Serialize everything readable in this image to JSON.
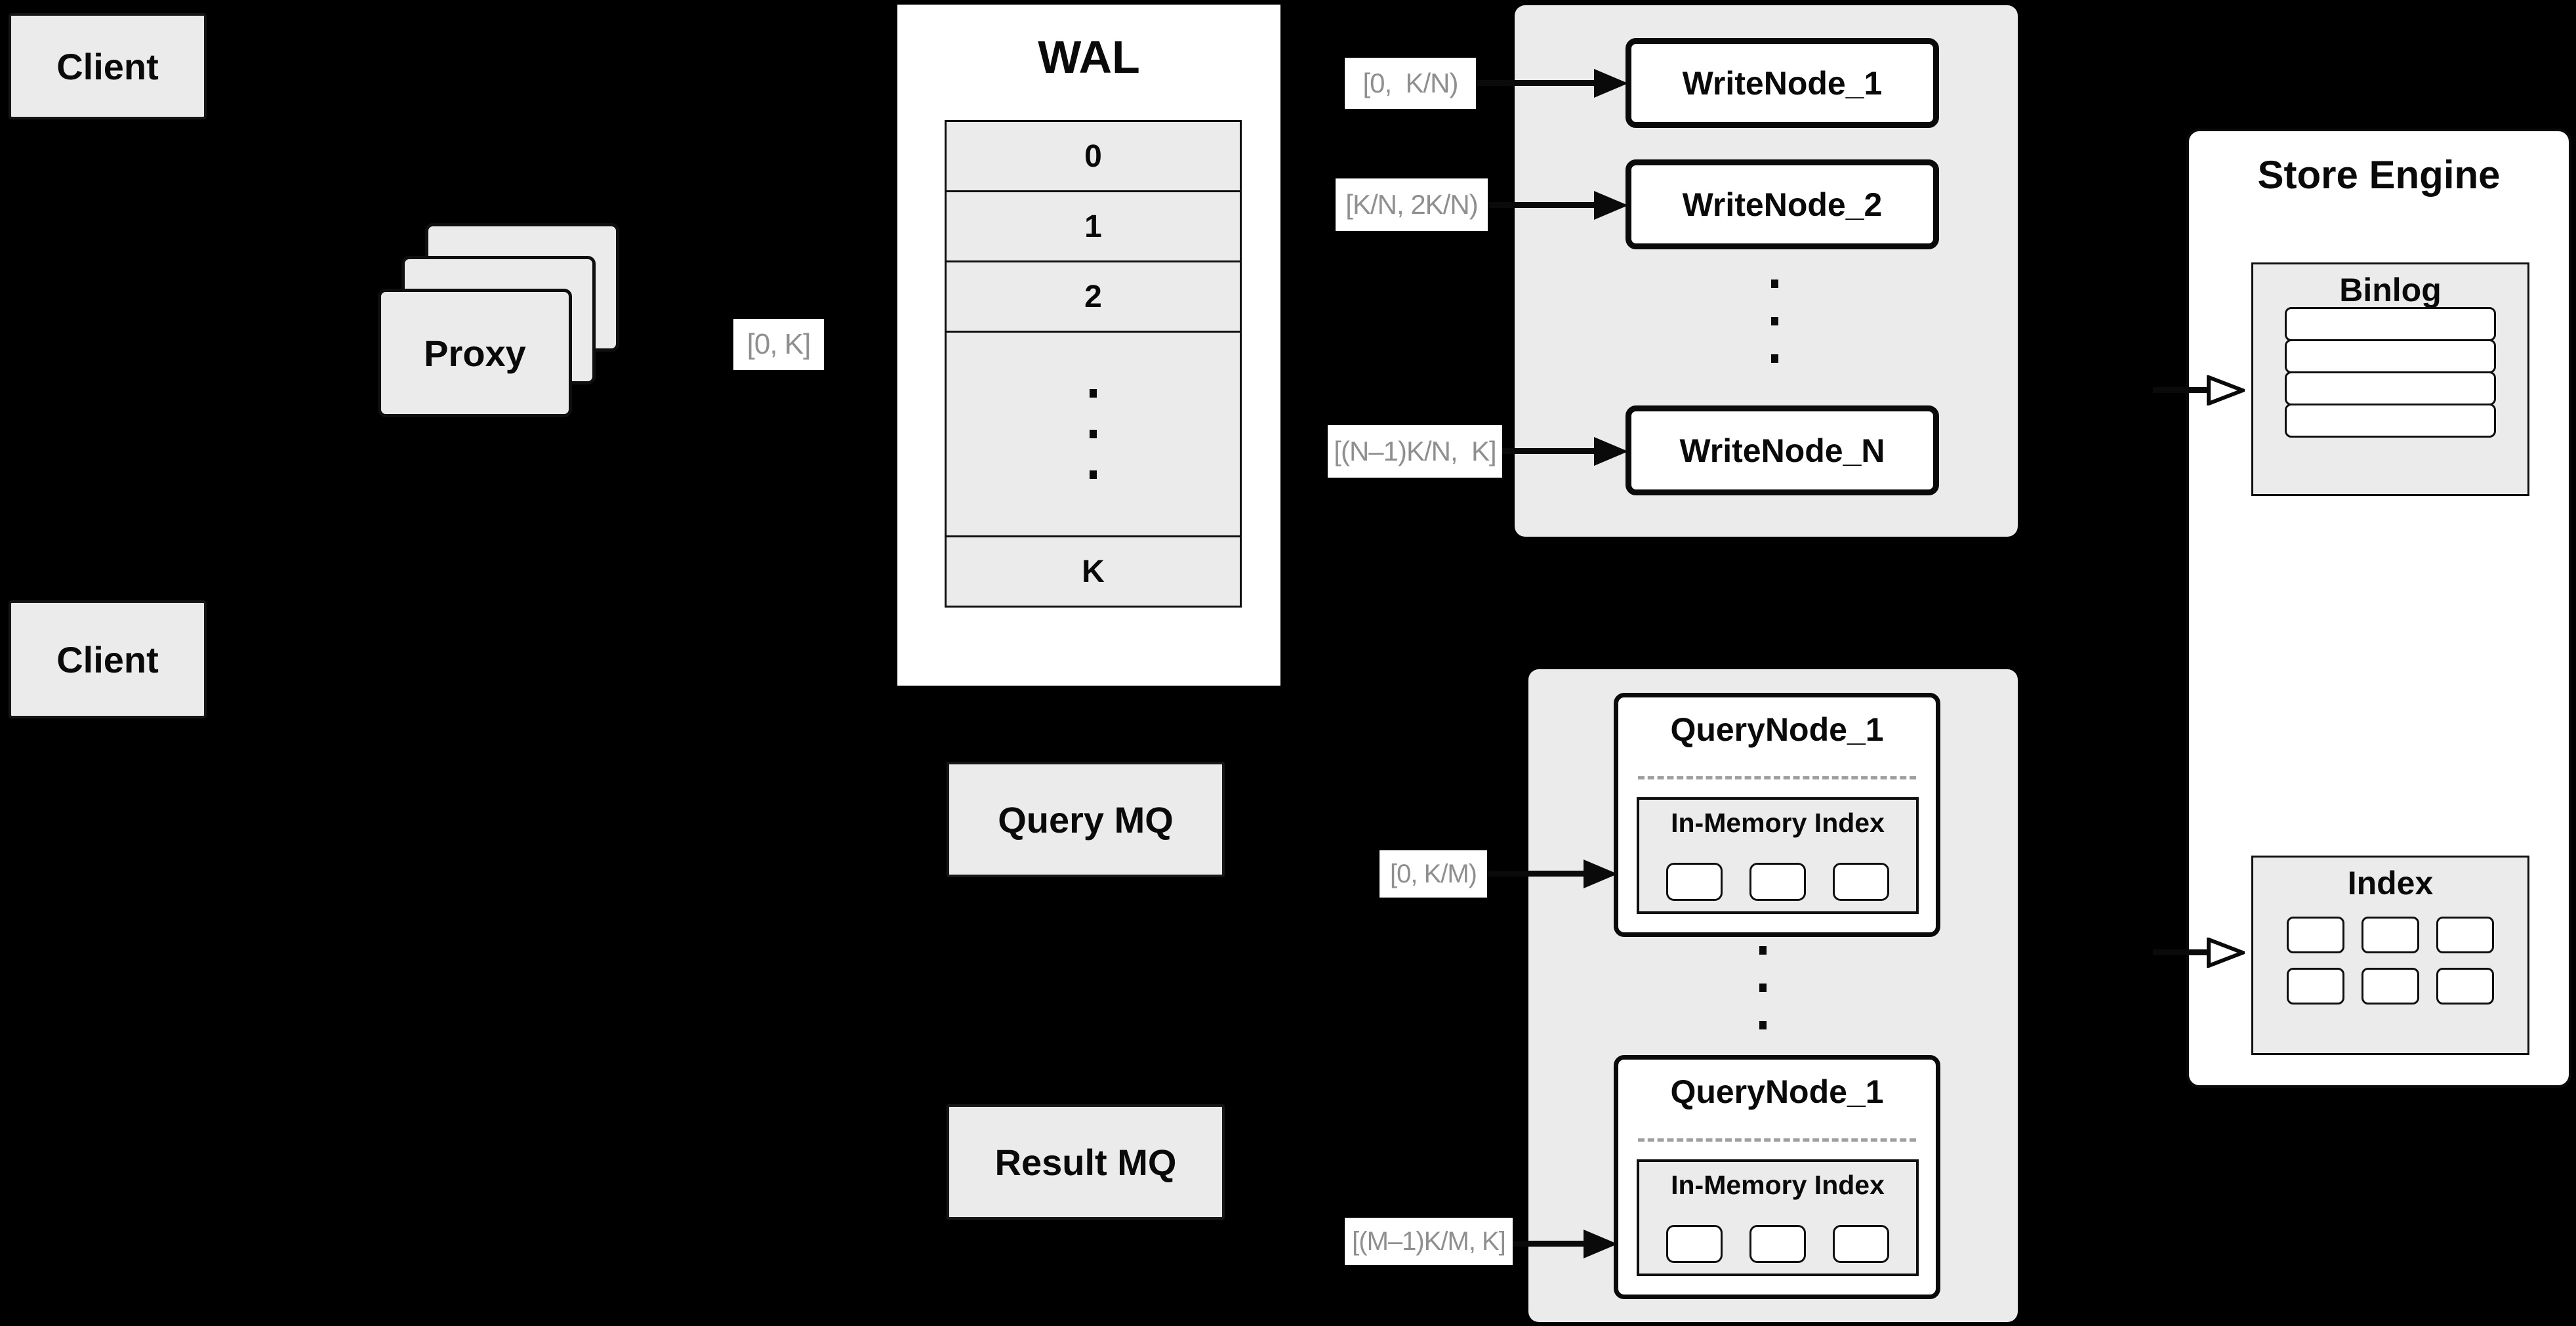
{
  "colors": {
    "background": "#000000",
    "panel_gray": "#ebebeb",
    "node_white": "#ffffff",
    "ink": "#0a0a0a",
    "range_label_text": "#8f8f8f"
  },
  "clients": {
    "top_label": "Client",
    "bottom_label": "Client"
  },
  "proxy": {
    "label": "Proxy",
    "range": "[0, K]"
  },
  "wal": {
    "title": "WAL",
    "segments": [
      "0",
      "1",
      "2"
    ],
    "ellipsis": "⋮",
    "last_segment": "K"
  },
  "write_group": {
    "ranges": [
      "[0,  K/N)",
      "[K/N, 2K/N)",
      "[(N–1)K/N,  K]"
    ],
    "nodes": [
      "WriteNode_1",
      "WriteNode_2",
      "WriteNode_N"
    ],
    "ellipsis": "⋮"
  },
  "mq": {
    "query_label": "Query MQ",
    "result_label": "Result MQ"
  },
  "query_group": {
    "ranges": [
      "[0, K/M)",
      "[(M–1)K/M, K]"
    ],
    "ellipsis": "⋮",
    "nodes": [
      {
        "title": "QueryNode_1",
        "index_label": "In-Memory Index"
      },
      {
        "title": "QueryNode_1",
        "index_label": "In-Memory Index"
      }
    ]
  },
  "store_engine": {
    "title": "Store Engine",
    "binlog_title": "Binlog",
    "binlog_row_count": 4,
    "index_title": "Index",
    "index_cell_count": 6
  }
}
